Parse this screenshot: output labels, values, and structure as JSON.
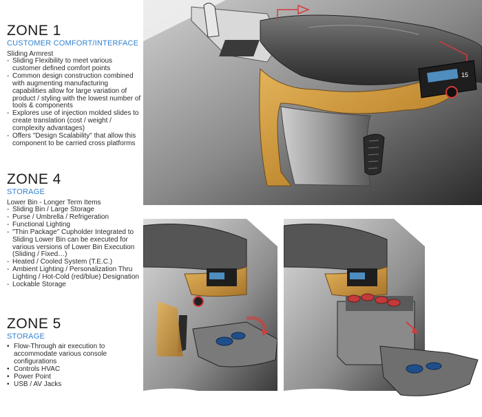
{
  "zone1": {
    "title": "ZONE 1",
    "subtitle": "CUSTOMER COMFORT/INTERFACE",
    "intro": "Sliding Armrest",
    "items": [
      "Sliding Flexibility to meet various customer defined comfort points",
      "Common design construction combined with augmenting manufacturing capabilities allow for large variation of product / styling with the lowest number of tools & components",
      "Explores use of injection molded slides to create translation (cost / weight / complexity advantages)",
      "Offers \"Design Scalability\" that allow this component to be carried cross platforms"
    ]
  },
  "zone4": {
    "title": "ZONE 4",
    "subtitle": "STORAGE",
    "intro": "Lower Bin - Longer Term Items",
    "items": [
      "Sliding Bin / Large Storage",
      "Purse / Umbrella / Refrigeration",
      "Functional Lighting",
      "\"Thin Package\" Cupholder Integrated to Sliding Lower Bin can be executed for various versions of Lower Bin Execution (Sliding / Fixed…)",
      "Heated / Cooled System (T.E.C.)",
      "Ambient Lighting / Personalization Thru Lighting / Hot-Cold (red/blue) Designation",
      "Lockable Storage"
    ]
  },
  "zone5": {
    "title": "ZONE 5",
    "subtitle": "STORAGE",
    "items": [
      "Flow-Through air execution to accommodate various console configurations",
      "Controls HVAC",
      "Power Point",
      "USB / AV Jacks"
    ]
  },
  "display_readout": "15",
  "colors": {
    "accent_blue": "#2f7fd0",
    "wood_trim": "#c9963c",
    "arrow_red": "#d63a3a",
    "shell_gray": "#8d8d8d"
  }
}
